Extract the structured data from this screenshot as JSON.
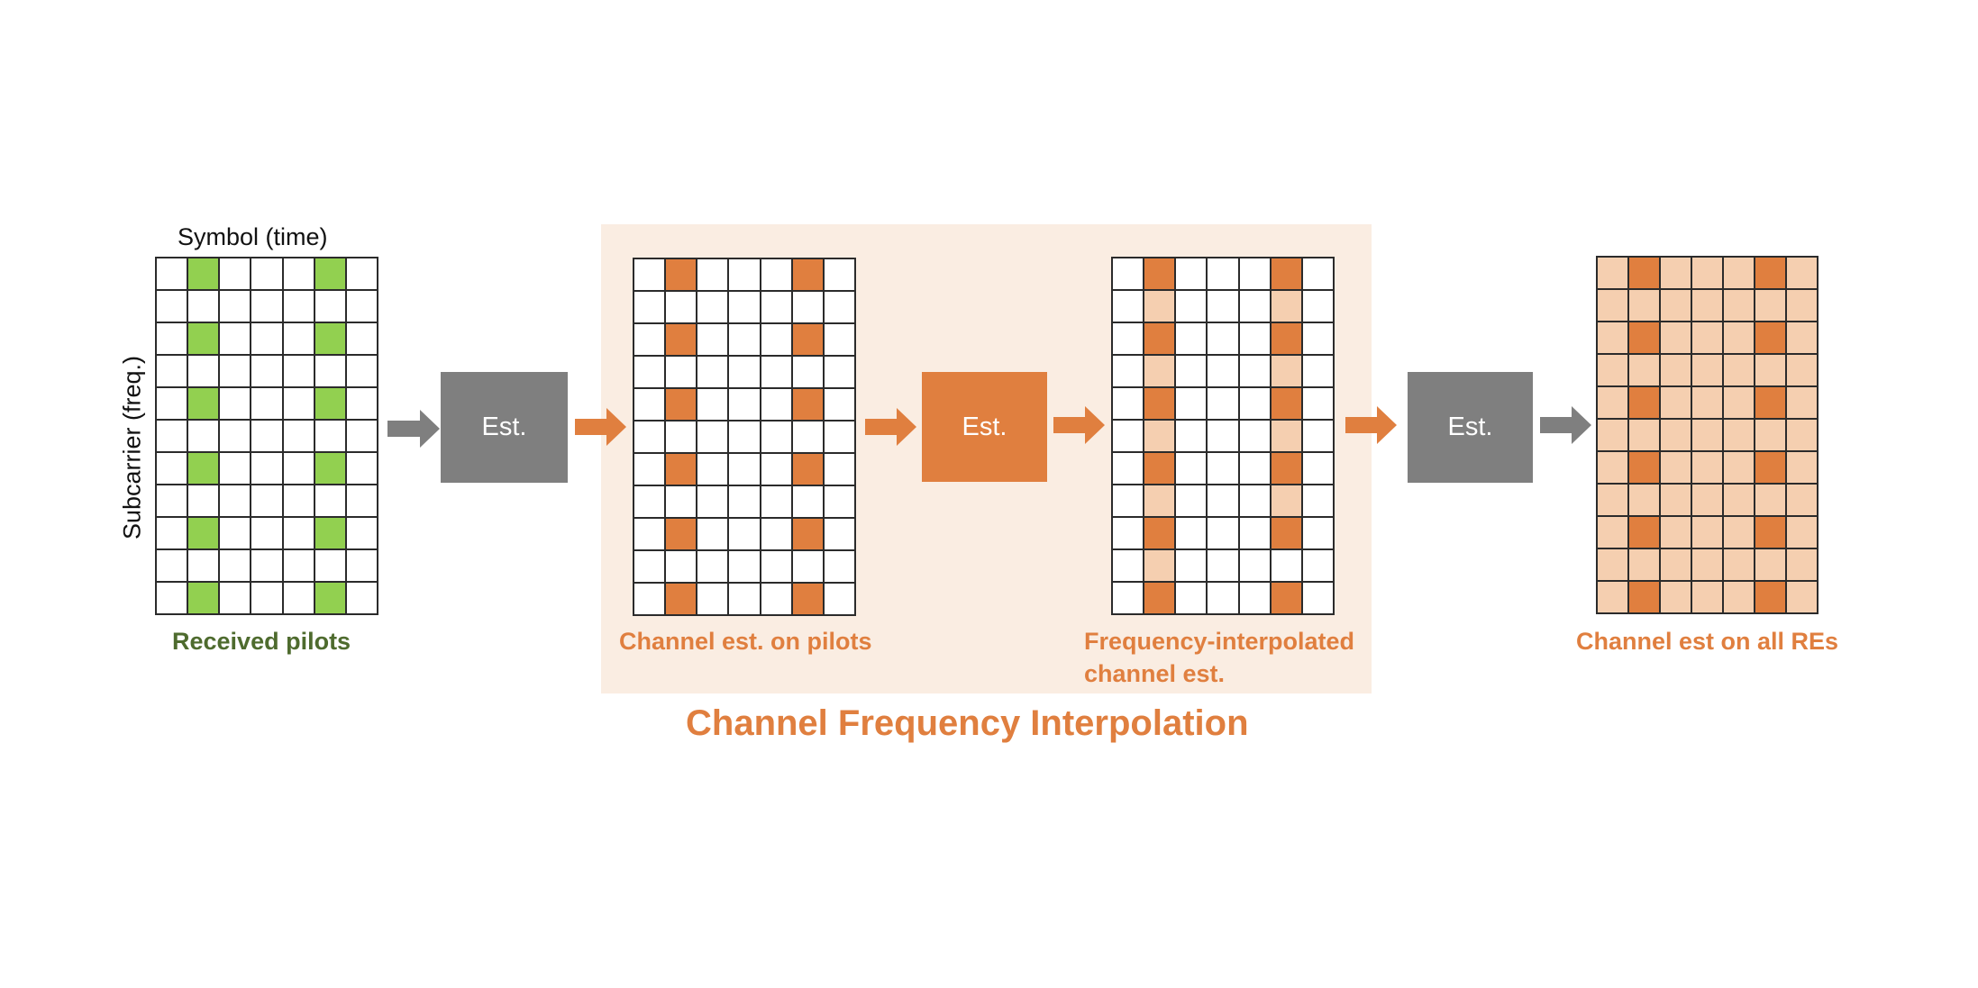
{
  "diagram": {
    "title": "Channel Frequency Interpolation",
    "axis_labels": {
      "x": "Symbol (time)",
      "y": "Subcarrier (freq.)"
    },
    "grid": {
      "rows": 11,
      "cols": 7,
      "pilot_columns": [
        2,
        6
      ],
      "pilot_rows": [
        1,
        3,
        5,
        7,
        9,
        11
      ]
    },
    "stages": [
      {
        "id": "received-pilots",
        "caption": "Received pilots",
        "caption_color": "#4E6B2E"
      },
      {
        "id": "channel-est-on-pilots",
        "caption": "Channel est. on pilots",
        "caption_color": "#E07F3F"
      },
      {
        "id": "frequency-interpolated",
        "caption_line1": "Frequency-interpolated",
        "caption_line2": "channel est.",
        "caption_color": "#E07F3F",
        "missing_interpolation_cells": [
          [
            10,
            6
          ]
        ]
      },
      {
        "id": "channel-est-on-all-res",
        "caption": "Channel est on all REs",
        "caption_color": "#E07F3F"
      }
    ],
    "est_blocks": [
      {
        "label": "Est.",
        "color": "#7F7F7F"
      },
      {
        "label": "Est.",
        "color": "#E07F3F"
      },
      {
        "label": "Est.",
        "color": "#7F7F7F"
      }
    ],
    "colors": {
      "pilot_green": "#92D050",
      "est_orange": "#E07F3F",
      "interp_peach": "#F5CFB0",
      "empty_white": "#FFFFFF",
      "gray": "#7F7F7F",
      "panel_bg": "#FAEDE2",
      "title_orange": "#E07F3F"
    }
  }
}
